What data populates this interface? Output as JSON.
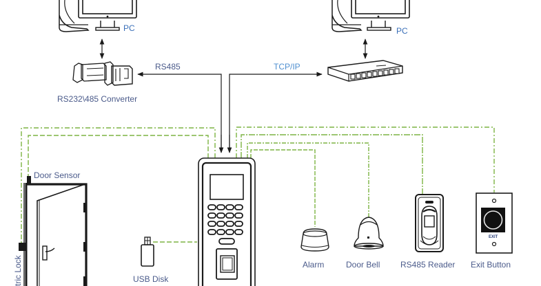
{
  "diagram": {
    "title": "Access Control Terminal Wiring Diagram",
    "colors": {
      "line": "#1a1a1a",
      "wire": "#7cb342",
      "label": "#4a5a8a",
      "pc_label": "#3a6fb8",
      "background": "#ffffff"
    },
    "nodes": {
      "pc_left": {
        "label": "PC",
        "icon": "desktop-computer-icon"
      },
      "pc_right": {
        "label": "PC",
        "icon": "desktop-computer-icon"
      },
      "converter": {
        "label": "RS232\\485 Converter",
        "icon": "converter-icon"
      },
      "switch": {
        "label": "",
        "icon": "network-switch-icon"
      },
      "terminal": {
        "label": "",
        "icon": "access-terminal-icon"
      },
      "door_sensor": {
        "label": "Door Sensor"
      },
      "electric_lock": {
        "label": "Electric Lock",
        "visible_label": "tric Lock"
      },
      "door": {
        "icon": "door-icon"
      },
      "usb_disk": {
        "label": "USB Disk",
        "icon": "usb-disk-icon"
      },
      "alarm": {
        "label": "Alarm",
        "icon": "alarm-siren-icon"
      },
      "door_bell": {
        "label": "Door Bell",
        "icon": "door-bell-icon"
      },
      "rs485_reader": {
        "label": "RS485 Reader",
        "icon": "fingerprint-reader-icon"
      },
      "exit_button": {
        "label": "Exit Button",
        "icon": "exit-button-icon",
        "face_text": "EXIT"
      }
    },
    "connections": {
      "rs485": {
        "label": "RS485"
      },
      "tcpip": {
        "label": "TCP/IP"
      }
    }
  }
}
